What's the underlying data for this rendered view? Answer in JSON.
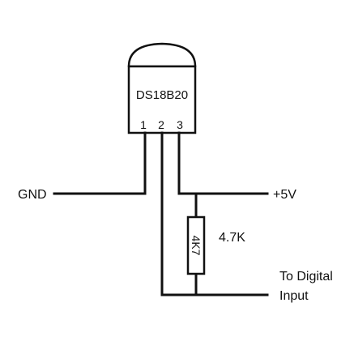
{
  "diagram": {
    "component": {
      "label": "DS18B20",
      "pins": [
        "1",
        "2",
        "3"
      ]
    },
    "labels": {
      "gnd": "GND",
      "vcc": "+5V",
      "resistor_value": "4.7K",
      "resistor_body": "4K7",
      "output_line1": "To Digital",
      "output_line2": "Input"
    },
    "colors": {
      "ink": "#111111",
      "background": "#ffffff"
    }
  }
}
